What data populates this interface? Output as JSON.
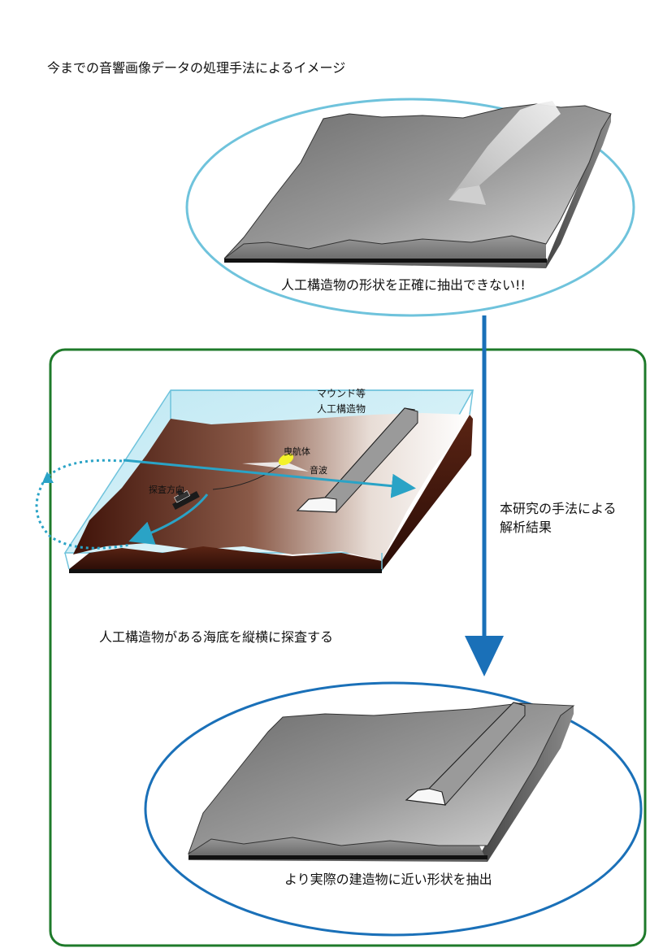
{
  "top_caption": "今までの音響画像データの処理手法によるイメージ",
  "top_result": "人工構造物の形状を正確に抽出できない!!",
  "label_mound_1": "マウンド等",
  "label_mound_2": "人工構造物",
  "label_towed_body": "曳航体",
  "label_sound_wave": "音波",
  "label_survey_direction": "探査方向",
  "method_line_1": "本研究の手法による",
  "method_line_2": "解析結果",
  "survey_caption": "人工構造物がある海底を縦横に探査する",
  "bottom_result": "より実際の建造物に近い形状を抽出",
  "colors": {
    "light_blue": "#6fc3dc",
    "dark_blue": "#1a70b8",
    "green_frame": "#1e7a2a",
    "cyan_path": "#2aa3c6",
    "seabed_brown": "#4a1c10"
  }
}
